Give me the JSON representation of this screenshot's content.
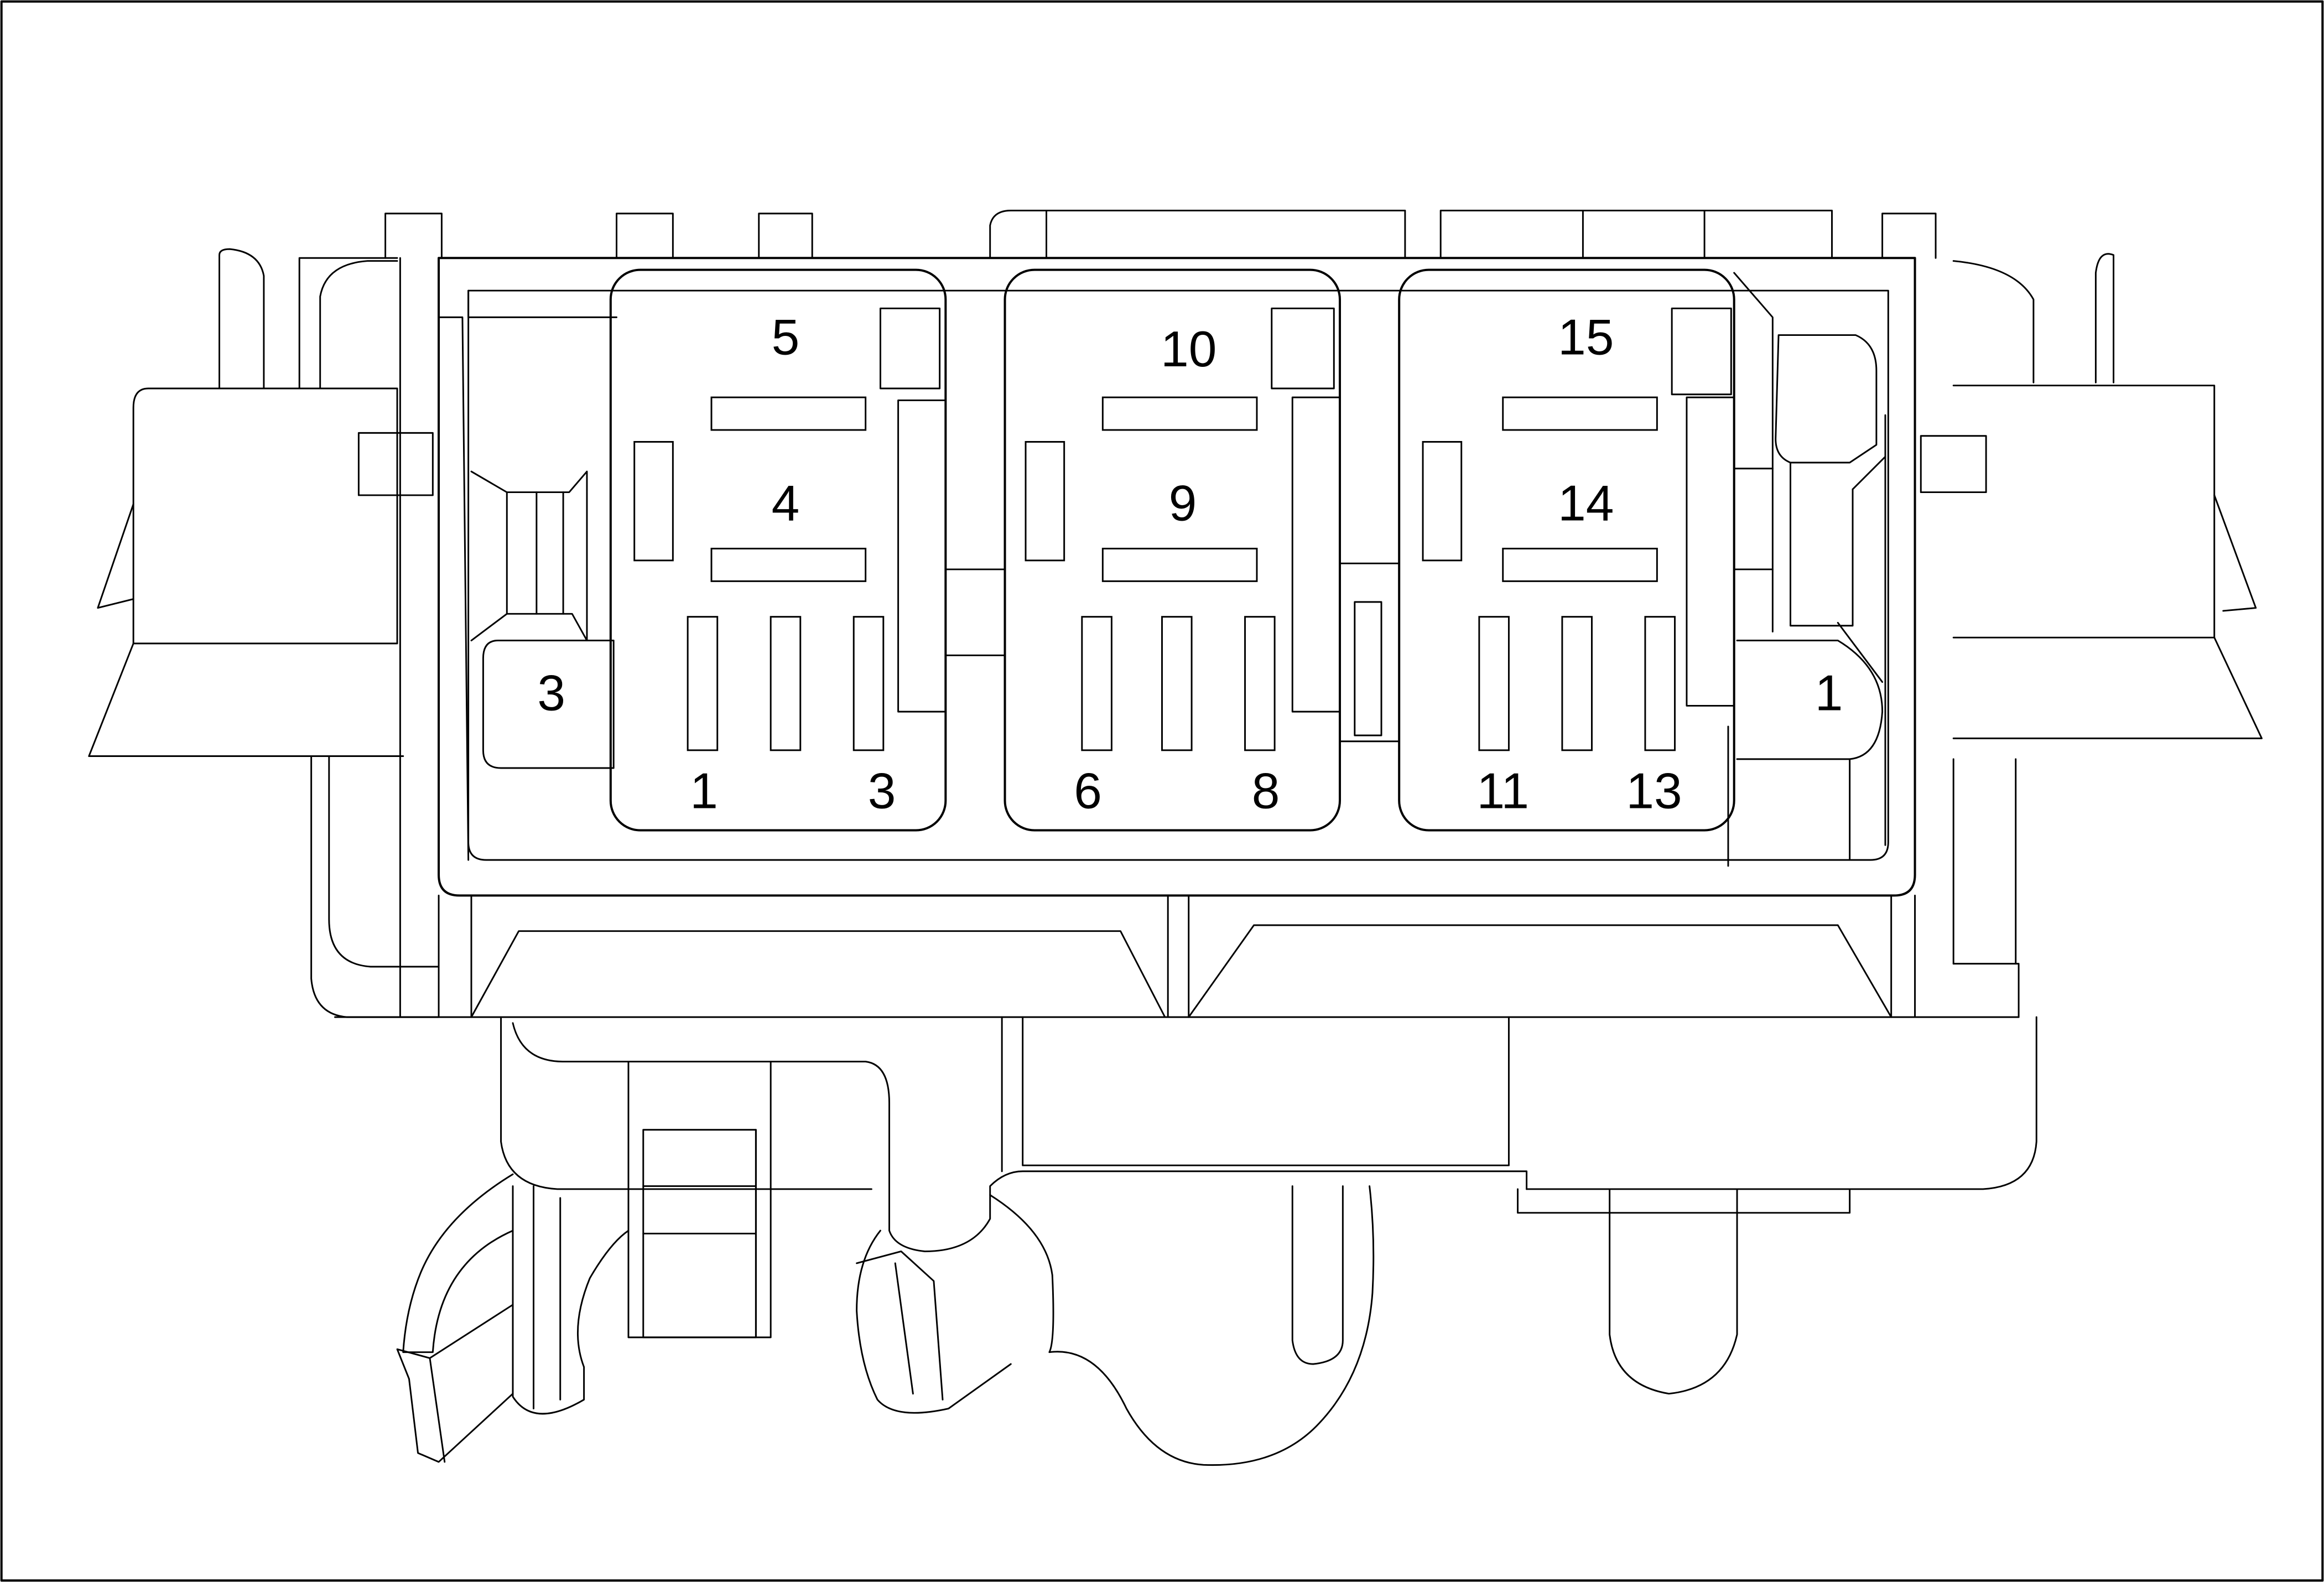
{
  "diagram": {
    "relay_left": {
      "top": "5",
      "middle": "4",
      "bottom_left": "1",
      "bottom_right": "3"
    },
    "relay_center": {
      "top": "10",
      "middle": "9",
      "bottom_left": "6",
      "bottom_right": "8"
    },
    "relay_right": {
      "top": "15",
      "middle": "14",
      "bottom_left": "11",
      "bottom_right": "13"
    },
    "side_left": "3",
    "side_right": "1"
  }
}
